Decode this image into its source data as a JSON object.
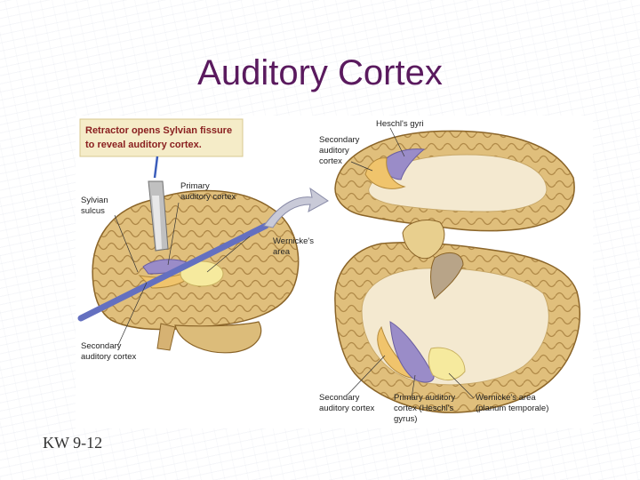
{
  "slide": {
    "title": "Auditory Cortex",
    "footer": "KW 9-12"
  },
  "figure": {
    "callout": [
      "Retractor opens Sylvian fissure",
      "to reveal auditory cortex."
    ],
    "labels": {
      "sylvian_sulcus": [
        "Sylvian",
        "sulcus"
      ],
      "primary_auditory_cortex_left": [
        "Primary",
        "auditory cortex"
      ],
      "wernickes_area_left": [
        "Wernicke's",
        "area"
      ],
      "secondary_auditory_cortex_left": [
        "Secondary",
        "auditory cortex"
      ],
      "heschls_gyri": [
        "Heschl's gyri"
      ],
      "secondary_auditory_cortex_top": [
        "Secondary",
        "auditory",
        "cortex"
      ],
      "secondary_auditory_cortex_bottom": [
        "Secondary",
        "auditory cortex"
      ],
      "primary_auditory_cortex_bottom": [
        "Primary auditory",
        "cortex (Heschl's",
        "gyrus)"
      ],
      "wernickes_area_bottom": [
        "Wernicke's area",
        "(planum temporale)"
      ]
    }
  },
  "colors": {
    "title": "#5a1a5e",
    "brain_fill": "#e0bf7c",
    "brain_outline": "#8a6428",
    "primary_cortex": "#9a8cc8",
    "secondary_cortex": "#f0c46c",
    "wernicke": "#f6ea9e",
    "white_matter": "#f4e9d0",
    "retractor_band": "#6470c0",
    "callout_bg": "#f5ecc8"
  }
}
